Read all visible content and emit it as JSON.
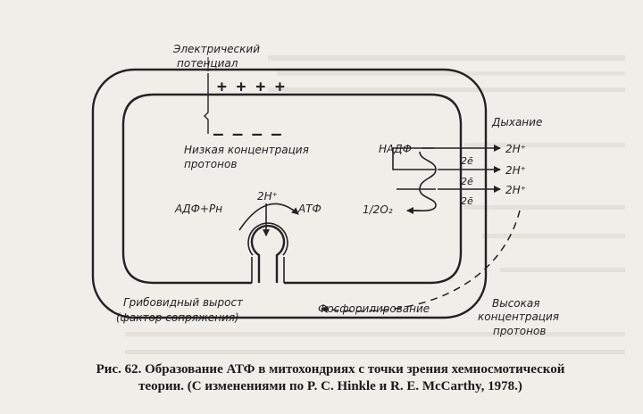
{
  "labels": {
    "electric_potential_l1": "Электрический",
    "electric_potential_l2": "потенциал",
    "plus_signs": "+ + + +",
    "minus_signs": "— — — —",
    "low_conc_l1": "Низкая концентрация",
    "low_conc_l2": "протонов",
    "nadf": "НАДФ",
    "breathing": "Дыхание",
    "proton_1": "2H⁺",
    "proton_2": "2H⁺",
    "proton_3": "2H⁺",
    "electrons_1": "2ē",
    "electrons_2": "2ē",
    "electrons_3": "2ē",
    "oxygen": "1/2O₂",
    "proton_in": "2H⁺",
    "adp": "АДФ+Pн",
    "atp": "АТФ",
    "mushroom_l1": "Грибовидный вырост",
    "mushroom_l2": "(фактор сопряжения)",
    "phosphorylation": "Фосфорилирование",
    "high_conc_l1": "Высокая",
    "high_conc_l2": "концентрация",
    "high_conc_l3": "протонов"
  },
  "caption": {
    "line1": "Рис. 62. Образование АТФ в митохондриях с точки зрения хемиосмотической",
    "line2": "теории. (С изменениями по P. C. Hinkle и R. E. McCarthy, 1978.)"
  }
}
